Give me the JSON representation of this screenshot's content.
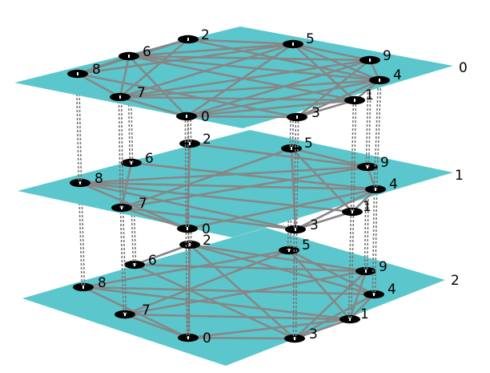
{
  "colors": {
    "plane": "#5bc7cc",
    "edge": "#878787",
    "interlayer": "#777777",
    "node": "#000000",
    "node_mark": "#ffffff"
  },
  "layers": [
    {
      "id": "0",
      "label": "0",
      "edges": [
        [
          "8",
          "6"
        ],
        [
          "8",
          "7"
        ],
        [
          "8",
          "5"
        ],
        [
          "8",
          "3"
        ],
        [
          "6",
          "2"
        ],
        [
          "6",
          "5"
        ],
        [
          "6",
          "9"
        ],
        [
          "6",
          "4"
        ],
        [
          "6",
          "0"
        ],
        [
          "6",
          "1"
        ],
        [
          "2",
          "5"
        ],
        [
          "2",
          "7"
        ],
        [
          "2",
          "4"
        ],
        [
          "5",
          "9"
        ],
        [
          "5",
          "7"
        ],
        [
          "5",
          "4"
        ],
        [
          "5",
          "0"
        ],
        [
          "5",
          "1"
        ],
        [
          "9",
          "7"
        ],
        [
          "9",
          "4"
        ],
        [
          "9",
          "0"
        ],
        [
          "9",
          "3"
        ],
        [
          "4",
          "7"
        ],
        [
          "4",
          "0"
        ],
        [
          "4",
          "1"
        ],
        [
          "4",
          "3"
        ],
        [
          "1",
          "7"
        ],
        [
          "1",
          "0"
        ],
        [
          "1",
          "3"
        ],
        [
          "7",
          "0"
        ],
        [
          "7",
          "6"
        ],
        [
          "0",
          "3"
        ],
        [
          "2",
          "8"
        ]
      ]
    },
    {
      "id": "1",
      "label": "1",
      "edges": [
        [
          "8",
          "9"
        ],
        [
          "8",
          "4"
        ],
        [
          "8",
          "0"
        ],
        [
          "8",
          "3"
        ],
        [
          "8",
          "1"
        ],
        [
          "6",
          "4"
        ],
        [
          "6",
          "7"
        ],
        [
          "2",
          "9"
        ],
        [
          "2",
          "0"
        ],
        [
          "5",
          "9"
        ],
        [
          "5",
          "3"
        ],
        [
          "5",
          "1"
        ],
        [
          "5",
          "7"
        ],
        [
          "9",
          "7"
        ],
        [
          "9",
          "4"
        ],
        [
          "4",
          "1"
        ],
        [
          "4",
          "0"
        ],
        [
          "4",
          "3"
        ],
        [
          "1",
          "3"
        ],
        [
          "7",
          "3"
        ],
        [
          "7",
          "0"
        ]
      ]
    },
    {
      "id": "2",
      "label": "2",
      "edges": [
        [
          "8",
          "5"
        ],
        [
          "8",
          "4"
        ],
        [
          "8",
          "0"
        ],
        [
          "8",
          "1"
        ],
        [
          "6",
          "2"
        ],
        [
          "6",
          "9"
        ],
        [
          "6",
          "3"
        ],
        [
          "2",
          "9"
        ],
        [
          "2",
          "4"
        ],
        [
          "2",
          "3"
        ],
        [
          "2",
          "0"
        ],
        [
          "5",
          "7"
        ],
        [
          "5",
          "4"
        ],
        [
          "5",
          "1"
        ],
        [
          "9",
          "3"
        ],
        [
          "9",
          "1"
        ],
        [
          "9",
          "7"
        ],
        [
          "4",
          "1"
        ],
        [
          "4",
          "3"
        ],
        [
          "1",
          "7"
        ],
        [
          "1",
          "0"
        ],
        [
          "1",
          "3"
        ],
        [
          "7",
          "0"
        ],
        [
          "0",
          "3"
        ]
      ]
    }
  ],
  "nodes": [
    {
      "id": "0",
      "label": "0"
    },
    {
      "id": "1",
      "label": "1"
    },
    {
      "id": "2",
      "label": "2"
    },
    {
      "id": "3",
      "label": "3"
    },
    {
      "id": "4",
      "label": "4"
    },
    {
      "id": "5",
      "label": "5"
    },
    {
      "id": "6",
      "label": "6"
    },
    {
      "id": "7",
      "label": "7"
    },
    {
      "id": "8",
      "label": "8"
    },
    {
      "id": "9",
      "label": "9"
    }
  ]
}
